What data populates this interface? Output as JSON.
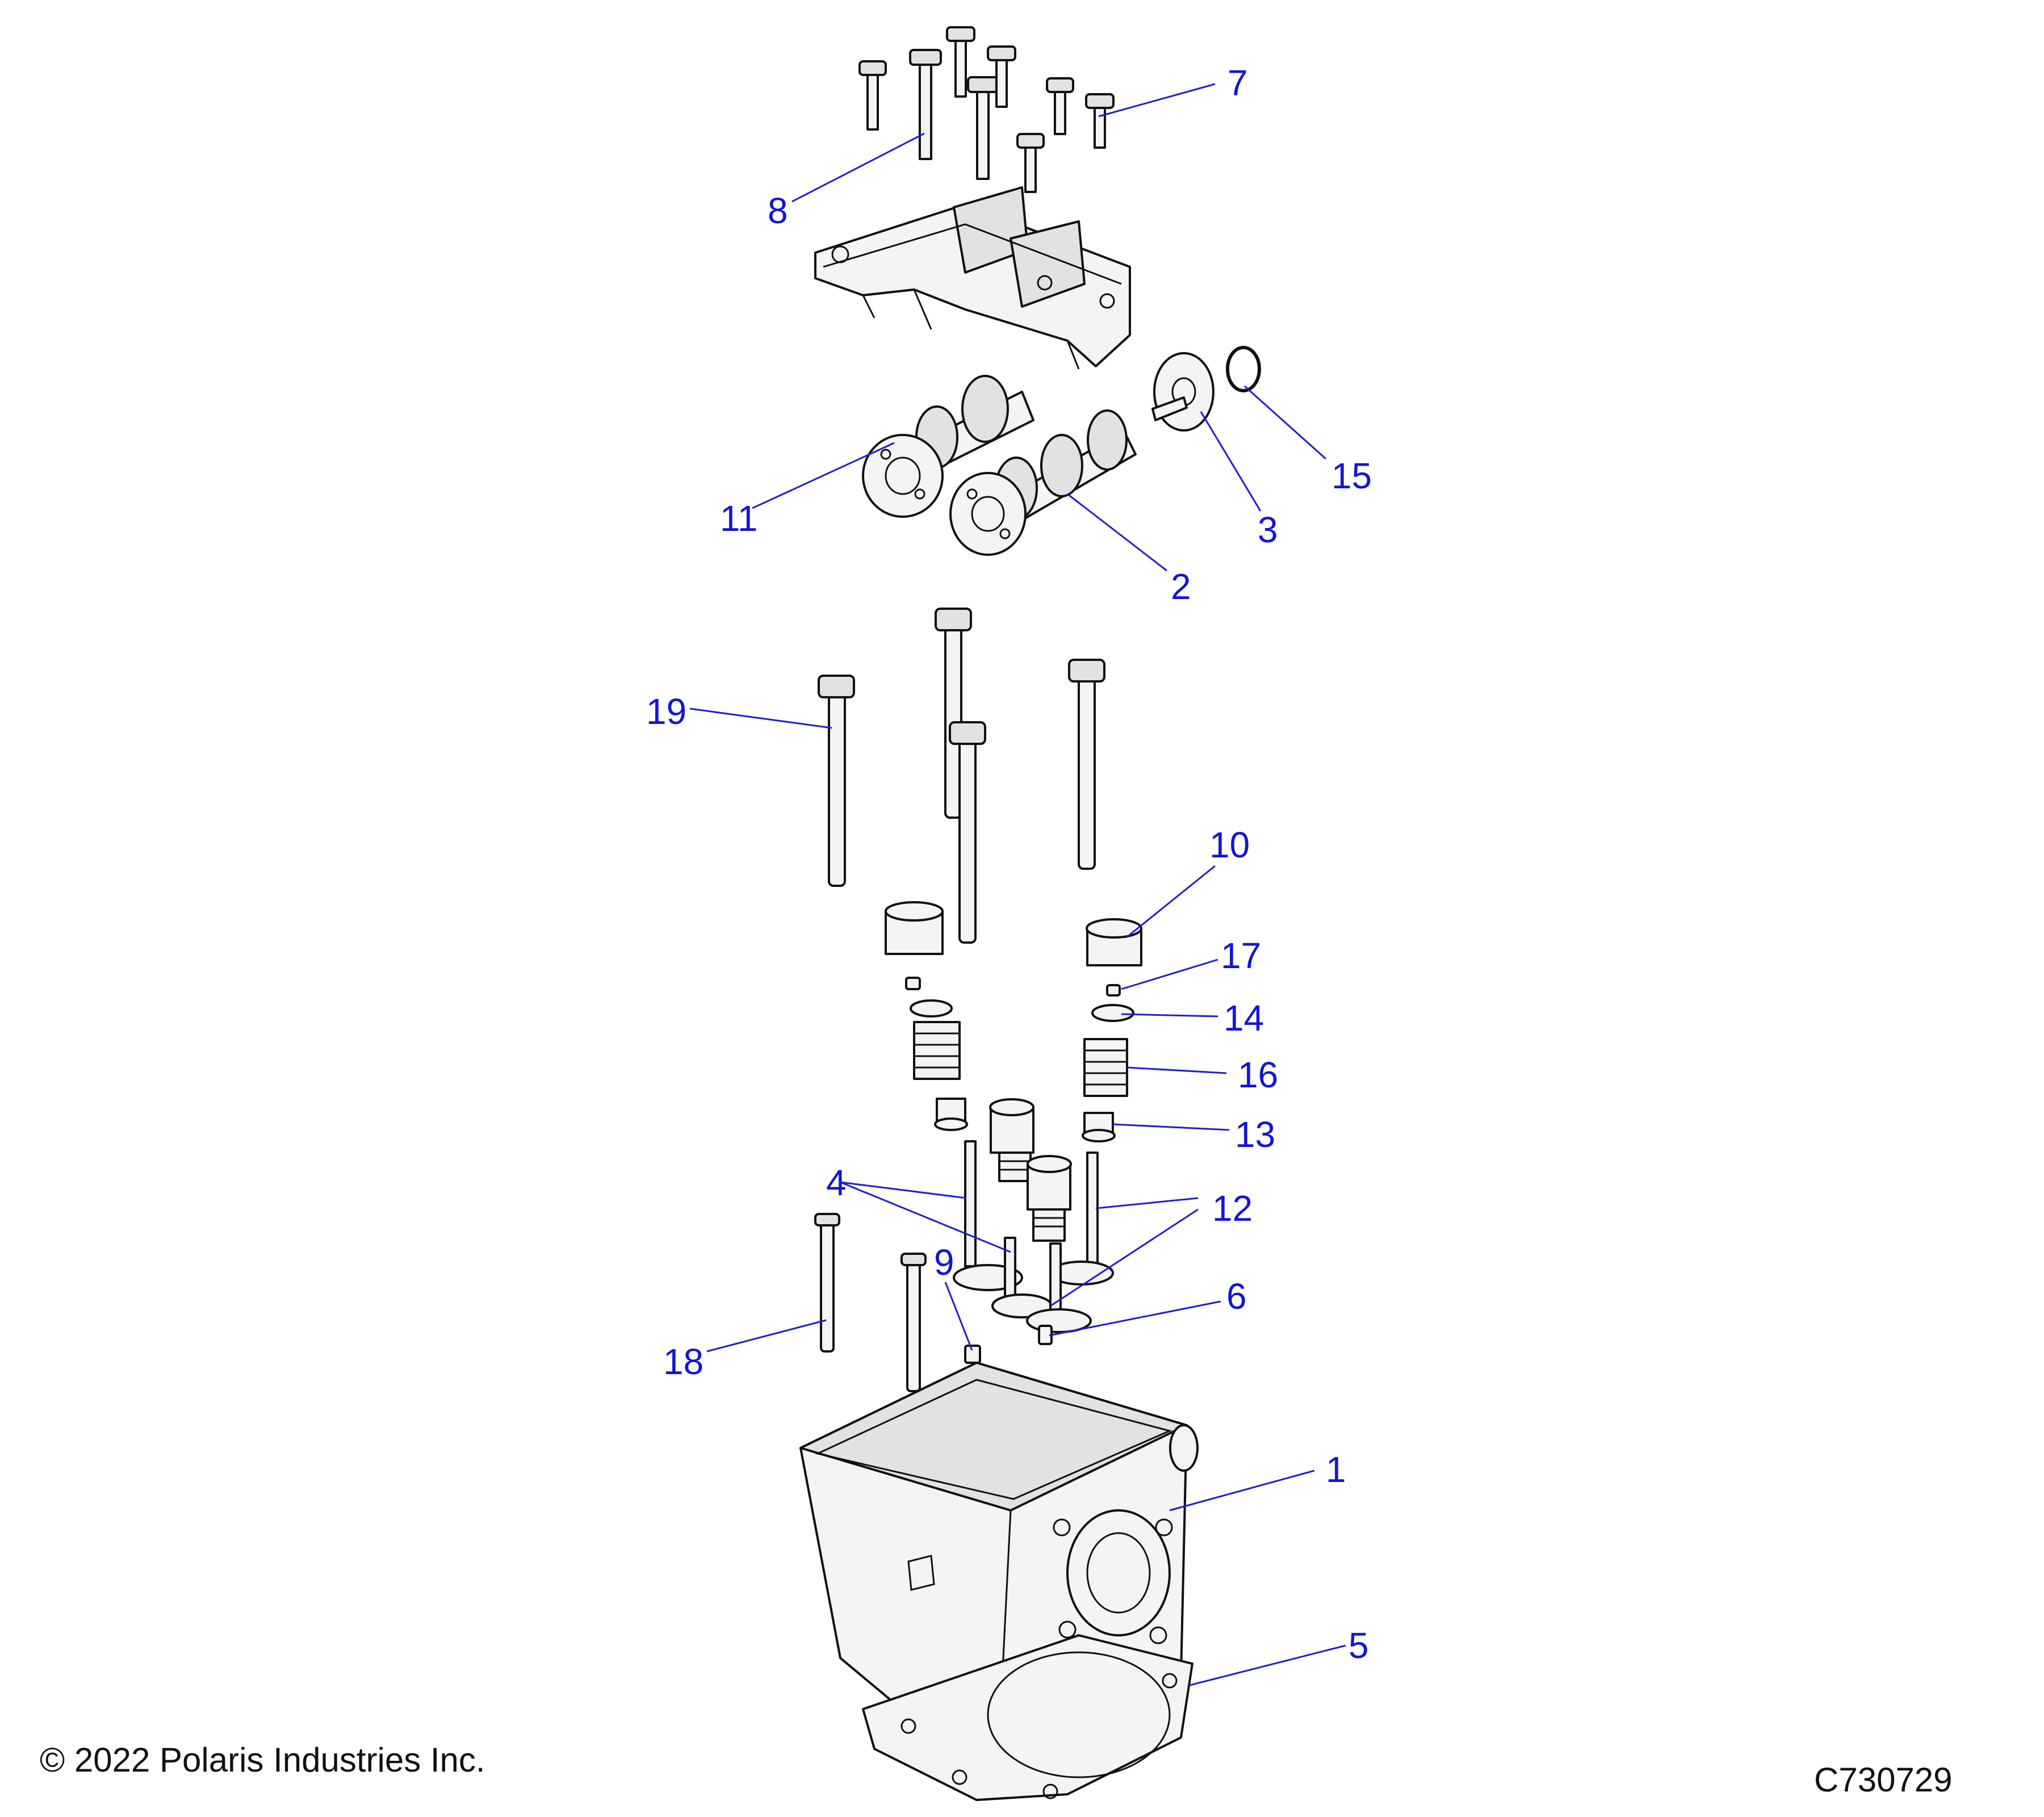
{
  "callouts": [
    {
      "id": "7",
      "label": "7"
    },
    {
      "id": "8",
      "label": "8"
    },
    {
      "id": "11",
      "label": "11"
    },
    {
      "id": "15",
      "label": "15"
    },
    {
      "id": "3",
      "label": "3"
    },
    {
      "id": "2",
      "label": "2"
    },
    {
      "id": "19",
      "label": "19"
    },
    {
      "id": "10",
      "label": "10"
    },
    {
      "id": "17",
      "label": "17"
    },
    {
      "id": "14",
      "label": "14"
    },
    {
      "id": "16",
      "label": "16"
    },
    {
      "id": "13",
      "label": "13"
    },
    {
      "id": "4",
      "label": "4"
    },
    {
      "id": "12",
      "label": "12"
    },
    {
      "id": "9",
      "label": "9"
    },
    {
      "id": "6",
      "label": "6"
    },
    {
      "id": "18",
      "label": "18"
    },
    {
      "id": "1",
      "label": "1"
    },
    {
      "id": "5",
      "label": "5"
    }
  ],
  "footer": {
    "copyright": "© 2022 Polaris Industries Inc.",
    "drawing_id": "C730729"
  },
  "colors": {
    "callout_text": "#1414d6",
    "leader_line": "#1f1fcc",
    "part_outline": "#111111",
    "part_fill": "#f4f4f4"
  }
}
